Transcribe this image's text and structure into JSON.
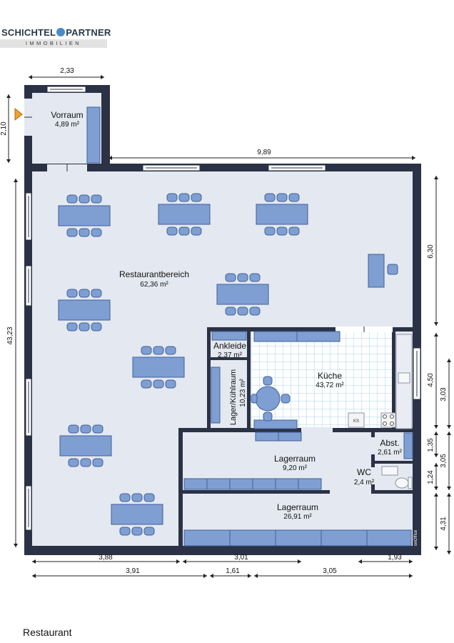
{
  "logo": {
    "brand_left": "SCHICHTEL",
    "brand_right": "PARTNER",
    "subtitle": "IMMOBILIEN"
  },
  "rooms": {
    "vorraum": {
      "name": "Vorraum",
      "area": "4,89 m²"
    },
    "restaurant": {
      "name": "Restaurantbereich",
      "area": "62,36 m²"
    },
    "ankleide": {
      "name": "Ankleide",
      "area": "2,37 m²"
    },
    "kuehlraum": {
      "name": "Lager/Kühlraum",
      "area": "10,23 m²"
    },
    "kueche": {
      "name": "Küche",
      "area": "43,72 m²"
    },
    "abst": {
      "name": "Abst.",
      "area": "2,61 m²"
    },
    "lager1": {
      "name": "Lagerraum",
      "area": "9,20 m²"
    },
    "wc": {
      "name": "WC",
      "area": "2,4 m²"
    },
    "lager2": {
      "name": "Lagerraum",
      "area": "26,91 m²"
    }
  },
  "fixtures": {
    "ks_label": "KS"
  },
  "dimensions": {
    "top_vorraum": "2,33",
    "left_vorraum": "2,10",
    "top_main": "9,89",
    "left_main": "43,23",
    "right_upper": "6,30",
    "right_kitchen": "4,50",
    "right_inner_a": "3,03",
    "right_abst": "1,35",
    "right_wc": "1,24",
    "right_inner_b": "3,05",
    "right_lower": "4,31",
    "bottom1_a": "3,88",
    "bottom1_b": "3,01",
    "bottom1_c": "1,93",
    "bottom2_a": "3,91",
    "bottom2_b": "1,61",
    "bottom2_c": "3,05"
  },
  "watermark": "onOffice",
  "caption": "Restaurant",
  "colors": {
    "wall": "#2b3245",
    "floor": "#e4e8f0",
    "furniture": "#7f9fd3",
    "furniture_stroke": "#3f5f97",
    "tile": "#a9d3ea",
    "door_accent": "#f0a030",
    "dim_line": "#222222"
  }
}
